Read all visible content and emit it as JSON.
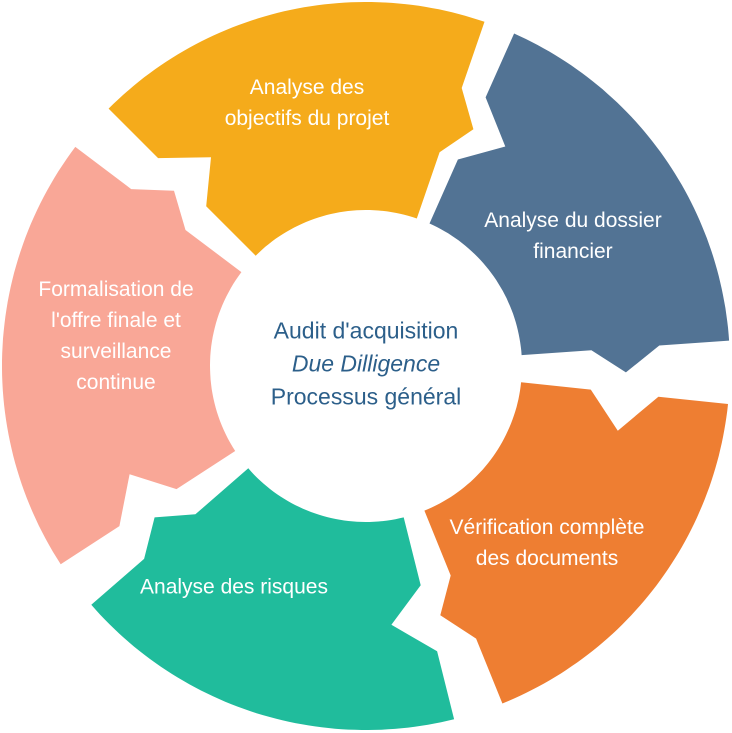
{
  "center": {
    "line1": "Audit d'acquisition",
    "line2": "Due Dilligence",
    "line3": "Processus général",
    "color": "#2c5f8a"
  },
  "segments": [
    {
      "lines": [
        "Analyse des",
        "objectifs du projet"
      ],
      "color": "#f5ab1b"
    },
    {
      "lines": [
        "Analyse du dossier",
        "financier"
      ],
      "color": "#527394"
    },
    {
      "lines": [
        "Vérification complète",
        "des documents"
      ],
      "color": "#ee7e32"
    },
    {
      "lines": [
        "Analyse des risques"
      ],
      "color": "#20bc9c"
    },
    {
      "lines": [
        "Formalisation de",
        "l'offre finale et",
        "surveillance",
        "continue"
      ],
      "color": "#f9a797"
    }
  ]
}
